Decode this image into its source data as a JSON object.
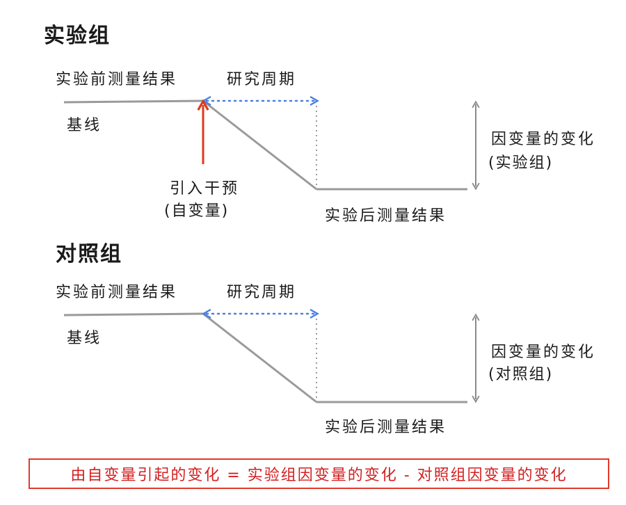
{
  "experimental": {
    "title": "实验组",
    "pre_label": "实验前测量结果",
    "period_label": "研究周期",
    "baseline_label": "基线",
    "intervention_line1": "引入干预",
    "intervention_line2": "(自变量)",
    "post_label": "实验后测量结果",
    "change_line1": "因变量的变化",
    "change_line2": "(实验组)"
  },
  "control": {
    "title": "对照组",
    "pre_label": "实验前测量结果",
    "period_label": "研究周期",
    "baseline_label": "基线",
    "post_label": "实验后测量结果",
    "change_line1": "因变量的变化",
    "change_line2": "(对照组)"
  },
  "formula": "由自变量引起的变化 = 实验组因变量的变化 - 对照组因变量的变化",
  "colors": {
    "line": "#9a9a9a",
    "period_arrow": "#4a7fe0",
    "intervention_arrow": "#e0391c",
    "formula": "#d21f1f"
  }
}
